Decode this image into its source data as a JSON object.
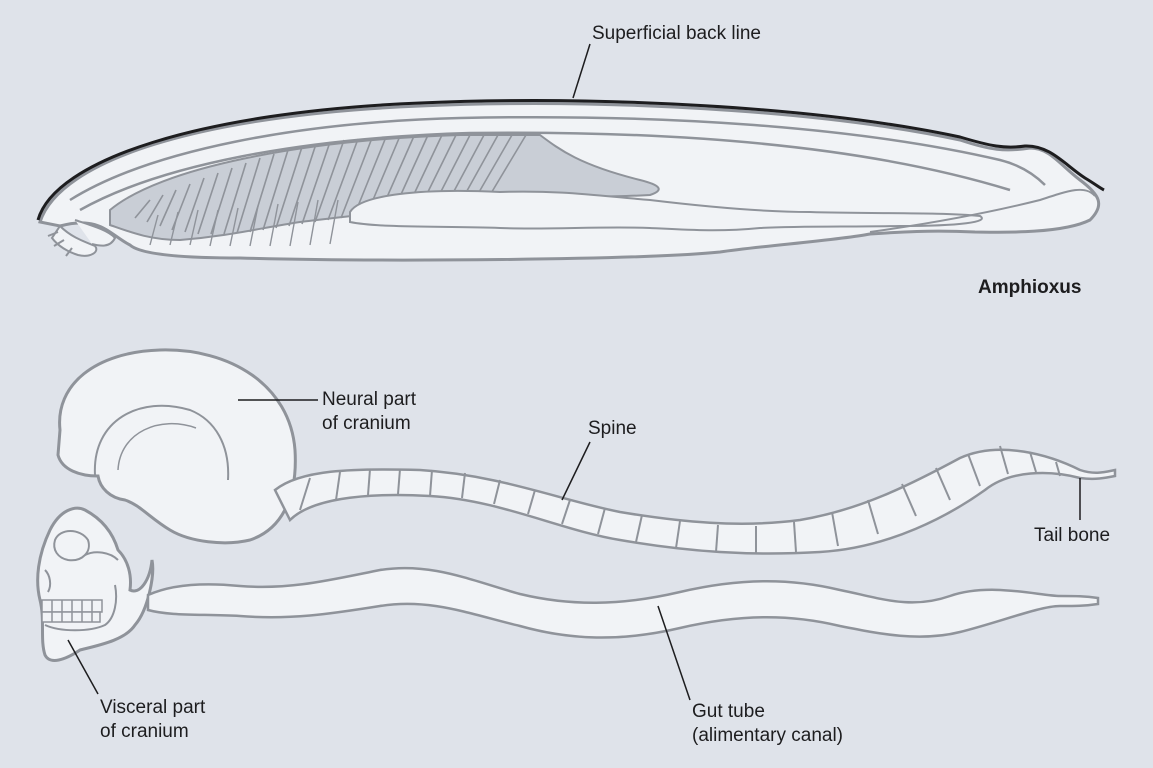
{
  "labels": {
    "superficial_back_line": "Superficial back line",
    "amphioxus": "Amphioxus",
    "neural_part": [
      "Neural part",
      "of cranium"
    ],
    "spine": "Spine",
    "tail_bone": "Tail bone",
    "visceral_part": [
      "Visceral part",
      "of cranium"
    ],
    "gut_tube": [
      "Gut tube",
      "(alimentary canal)"
    ]
  },
  "colors": {
    "background": "#dfe3ea",
    "outline": "#8f939a",
    "fill_light": "#f1f3f6",
    "fill_mid": "#c9ced6",
    "ink": "#1d1d1f"
  }
}
